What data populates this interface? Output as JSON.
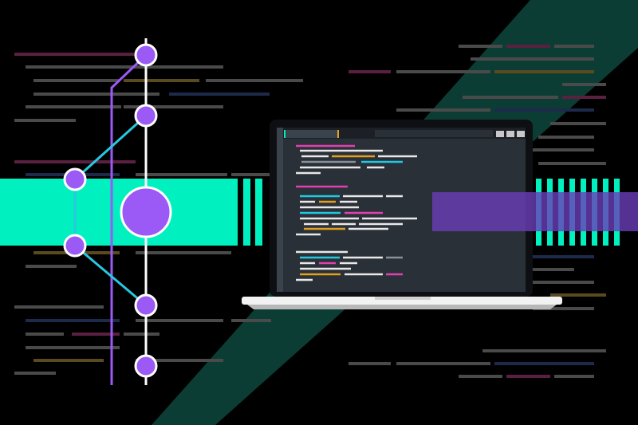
{
  "illustration": {
    "subject": "git-branch-and-code-laptop",
    "icons": [
      "branch-graph-icon",
      "laptop-icon",
      "code-editor-icon"
    ]
  },
  "colors": {
    "background": "#000000",
    "teal": "#00f0c0",
    "teal_dark": "#0a3a33",
    "purple": "#9b59f5",
    "purple_band": "#5a3598",
    "cyan_line": "#28c8e0",
    "editor_bg": "#2a3038",
    "editor_gutter": "#3a424c",
    "laptop_body": "#f2f2f2",
    "code_pink": "#e040b0",
    "code_yellow": "#e0a020",
    "code_cyan": "#20c8e0",
    "code_white": "#e8e8e8",
    "code_grey": "#8a8f96"
  },
  "editor": {
    "window_buttons": [
      "minimize",
      "maximize",
      "close"
    ]
  }
}
